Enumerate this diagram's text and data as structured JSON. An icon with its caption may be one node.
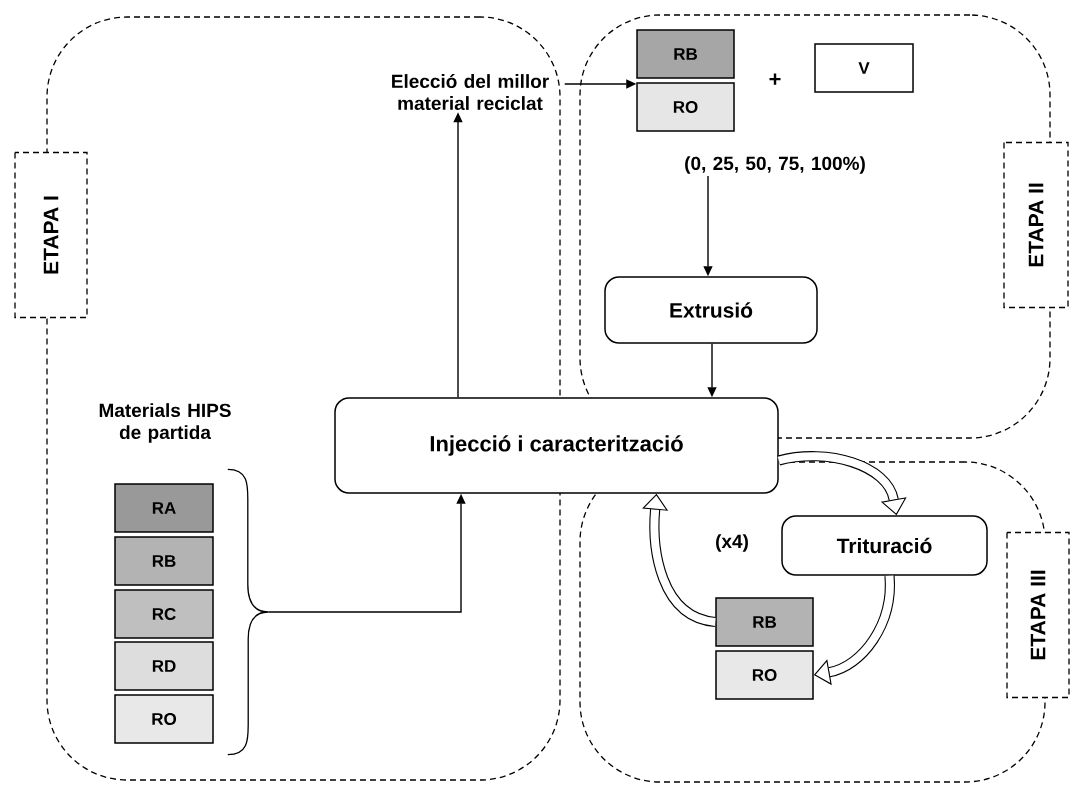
{
  "diagram": {
    "nodes": [
      {
        "text": [
          "ETAPA I"
        ]
      },
      {
        "text": [
          "ETAPA II"
        ]
      },
      {
        "text": [
          "ETAPA III"
        ]
      },
      {
        "text": [
          "Elecció del millor material reciclat"
        ],
        "in": 0
      },
      {
        "text": [
          "RB"
        ],
        "in": 1
      },
      {
        "text": [
          "RO"
        ],
        "in": 1
      },
      {
        "text": [
          "V"
        ],
        "in": 1
      },
      {
        "text": [
          "(0, 25, 50, 75, 100%)"
        ],
        "in": 1
      },
      {
        "text": [
          "Extrusió"
        ],
        "in": 1
      },
      {
        "text": [
          "Injecció i caracterització"
        ]
      },
      {
        "text": [
          "Materials HIPS de partida"
        ],
        "in": 0
      },
      {
        "text": [
          "RA"
        ],
        "in": 0
      },
      {
        "text": [
          "RB"
        ],
        "in": 0
      },
      {
        "text": [
          "RC"
        ],
        "in": 0
      },
      {
        "text": [
          "RD"
        ],
        "in": 0
      },
      {
        "text": [
          "RO"
        ],
        "in": 0
      },
      {
        "text": [],
        "shape": "brace",
        "in": 0
      },
      {
        "text": [
          "Trituració"
        ],
        "in": 2
      },
      {
        "text": [
          "RB"
        ],
        "in": 2
      },
      {
        "text": [
          "RO"
        ],
        "in": 2
      }
    ],
    "edges": [
      {
        "from": 9,
        "to": 3,
        "arrow": "to"
      },
      {
        "from": 3,
        "to": 4,
        "arrow": "to"
      },
      {
        "from": 7,
        "to": 8,
        "arrow": "to"
      },
      {
        "from": 8,
        "to": 9,
        "arrow": "to"
      },
      {
        "from": 16,
        "to": 9,
        "arrow": "to"
      },
      {
        "from": 9,
        "to": 17,
        "arrow": "to",
        "style": "thick"
      },
      {
        "from": 17,
        "to": 19,
        "arrow": "to",
        "style": "thick"
      },
      {
        "from": 18,
        "to": 9,
        "arrow": "to",
        "style": "thick"
      }
    ],
    "labels": [
      "+",
      "(x4)"
    ]
  }
}
